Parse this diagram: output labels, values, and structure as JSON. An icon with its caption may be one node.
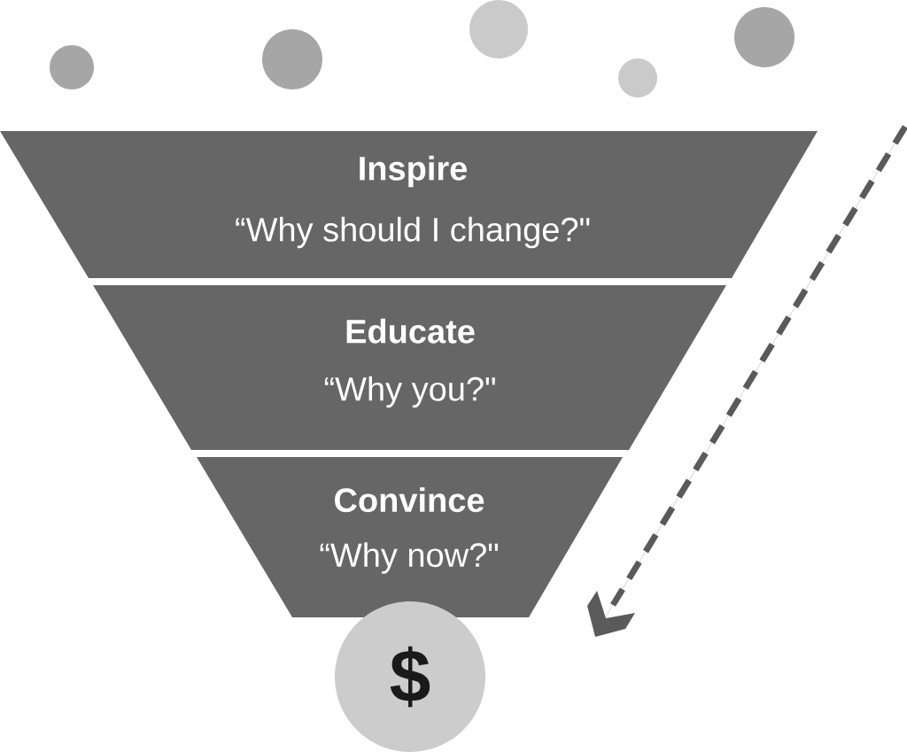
{
  "diagram": {
    "nodes": [
      {
        "text": [],
        "shape": "circle"
      },
      {
        "text": [],
        "shape": "circle"
      },
      {
        "text": [],
        "shape": "circle"
      },
      {
        "text": [],
        "shape": "circle"
      },
      {
        "text": [],
        "shape": "circle"
      },
      {
        "text": [
          "Inspire",
          "“Why should I change?\""
        ]
      },
      {
        "text": [
          "Educate",
          "“Why you?\""
        ]
      },
      {
        "text": [
          "Convince",
          "“Why now?\""
        ]
      },
      {
        "text": [
          "$"
        ]
      }
    ]
  }
}
